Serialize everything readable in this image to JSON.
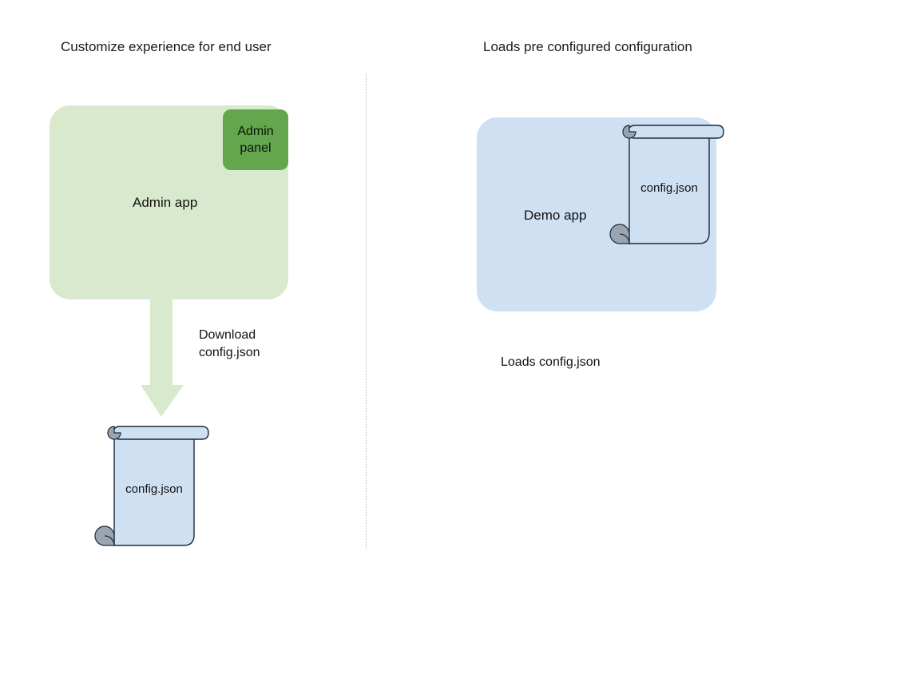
{
  "diagram": {
    "title_left": "Customize experience for end user",
    "title_right": "Loads pre configured configuration",
    "left_panel": {
      "app_label": "Admin app",
      "chip_line1": "Admin",
      "chip_line2": "panel",
      "arrow_label_line1": "Download",
      "arrow_label_line2": "config.json",
      "file_label": "config.json"
    },
    "right_panel": {
      "app_label": "Demo app",
      "file_label": "config.json",
      "caption": "Loads config.json"
    },
    "colors": {
      "admin_app_fill": "#d9e9cd",
      "admin_panel_fill": "#63a64d",
      "demo_app_fill": "#cfe0f3",
      "file_fill": "#cfe0f3",
      "file_stroke": "#1b2a3a",
      "curl_fill": "#9aa5b1",
      "arrow_fill": "#d9e9cd",
      "divider": "#b0b0b0",
      "text": "#111111",
      "background": "#ffffff"
    },
    "icons": {
      "file_scroll": "scroll-document-icon",
      "arrow": "down-arrow-icon",
      "divider": "vertical-dotted-divider"
    }
  }
}
